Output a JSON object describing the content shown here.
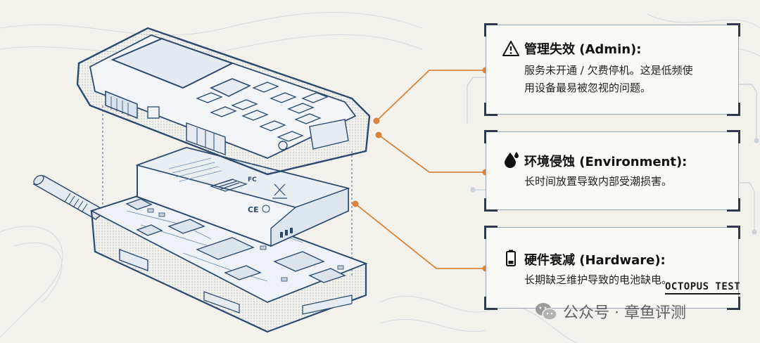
{
  "cards": [
    {
      "icon": "warning-icon",
      "title": "管理失效 (Admin):",
      "lines": [
        "服务未开通 / 欠费停机。这是低频使",
        "用设备最易被忽视的问题。"
      ]
    },
    {
      "icon": "water-drop-icon",
      "title": "环境侵蚀 (Environment):",
      "lines": [
        "长时间放置导致内部受潮损害。"
      ]
    },
    {
      "icon": "battery-icon",
      "title": "硬件衰减 (Hardware):",
      "lines": [
        "长期缺乏维护导致的电池缺电。"
      ]
    }
  ],
  "battery_labels": {
    "ce": "CE",
    "fc": "FC"
  },
  "watermark": {
    "en": "OCTOPUS TEST",
    "cn": "公众号 · 章鱼评测"
  },
  "colors": {
    "background": "#f3f1ec",
    "line_art": "#2b4a6e",
    "callout": "#d9843a",
    "card_border": "#9aa6b3"
  }
}
